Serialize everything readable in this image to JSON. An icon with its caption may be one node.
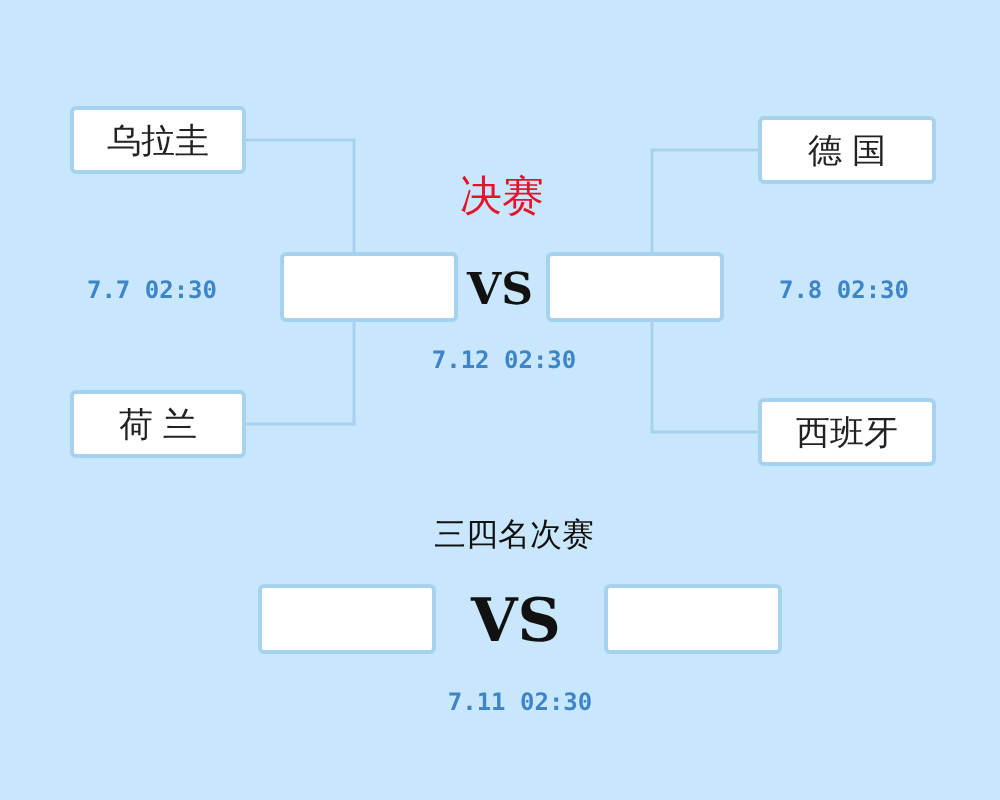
{
  "diagram": {
    "title": "决赛",
    "nodes": [
      {
        "text": [
          "乌拉圭"
        ]
      },
      {
        "text": [
          "荷 兰"
        ]
      },
      {
        "text": [],
        "shape": "box"
      },
      {
        "text": [],
        "shape": "box"
      },
      {
        "text": [
          "德 国"
        ]
      },
      {
        "text": [
          "西班牙"
        ]
      },
      {
        "text": [],
        "shape": "box"
      },
      {
        "text": [],
        "shape": "box"
      }
    ],
    "edges": [
      {
        "from": 0,
        "to": 2,
        "arrow": "none"
      },
      {
        "from": 1,
        "to": 2,
        "arrow": "none"
      },
      {
        "from": 4,
        "to": 3,
        "arrow": "none"
      },
      {
        "from": 5,
        "to": 3,
        "arrow": "none"
      }
    ],
    "labels": [
      "7.7 02:30",
      "VS",
      "7.8 02:30",
      "7.12 02:30",
      "三四名次赛",
      "VS",
      "7.11 02:30"
    ]
  }
}
